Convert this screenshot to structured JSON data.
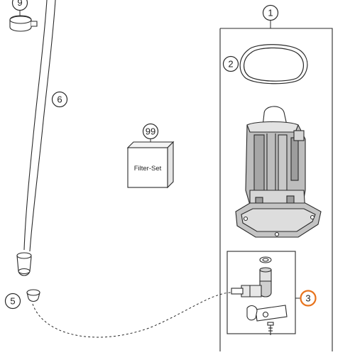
{
  "diagram": {
    "callouts": [
      {
        "id": "c1",
        "label": "1",
        "highlight": false
      },
      {
        "id": "c2",
        "label": "2",
        "highlight": false
      },
      {
        "id": "c3",
        "label": "3",
        "highlight": true
      },
      {
        "id": "c5",
        "label": "5",
        "highlight": false
      },
      {
        "id": "c6",
        "label": "6",
        "highlight": false
      },
      {
        "id": "c9",
        "label": "9",
        "highlight": false
      },
      {
        "id": "c99",
        "label": "99",
        "highlight": false
      }
    ],
    "filter_set_label": "Filter-Set"
  },
  "colors": {
    "line": "#2a2a2a",
    "callout_highlight": "#e8731c",
    "background": "#ffffff"
  }
}
